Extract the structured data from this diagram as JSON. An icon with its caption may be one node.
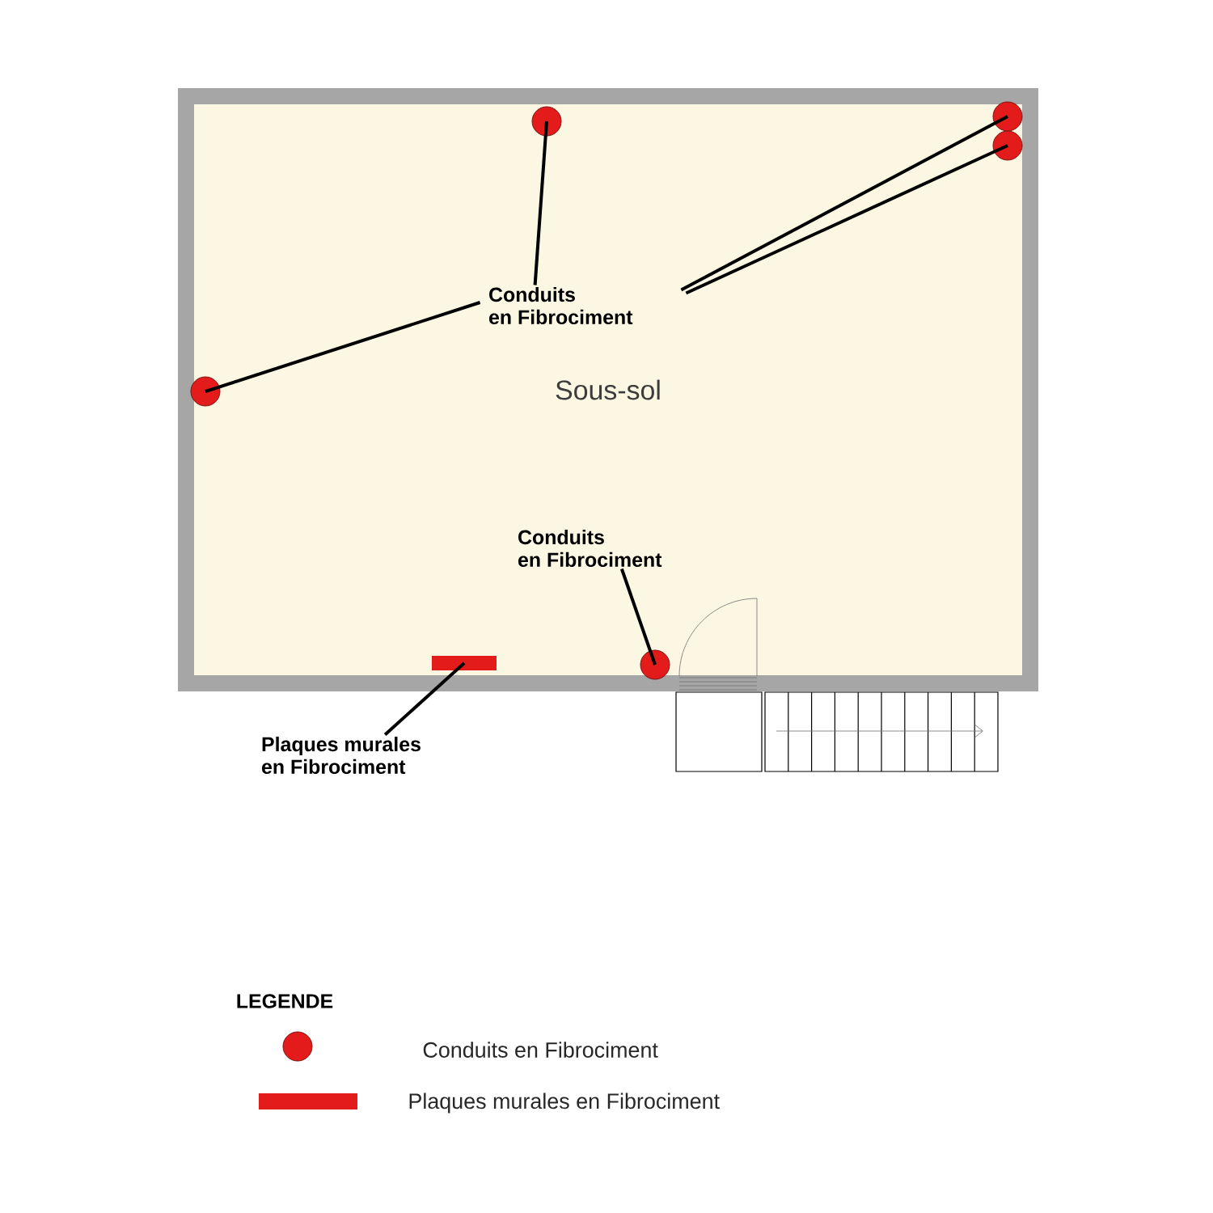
{
  "diagram": {
    "nodes": [
      {
        "text": [
          "Sous-sol"
        ]
      },
      {
        "text": [
          "Conduits en Fibrociment"
        ],
        "in": 0
      },
      {
        "text": [
          "Conduits en Fibrociment"
        ],
        "in": 0
      },
      {
        "text": [
          "Plaques murales en Fibrociment"
        ]
      },
      {
        "text": [],
        "shape": "circle",
        "in": 0
      },
      {
        "text": [],
        "shape": "circle",
        "in": 0
      },
      {
        "text": [],
        "shape": "circle",
        "in": 0
      },
      {
        "text": [],
        "shape": "circle",
        "in": 0
      },
      {
        "text": [],
        "shape": "circle",
        "in": 0
      },
      {
        "text": [],
        "shape": "bar",
        "in": 0
      }
    ],
    "edges": [
      {
        "from": 1,
        "to": 5,
        "arrow": "none"
      },
      {
        "from": 1,
        "to": 4,
        "arrow": "none"
      },
      {
        "from": 1,
        "to": 7,
        "arrow": "none"
      },
      {
        "from": 1,
        "to": 8,
        "arrow": "none"
      },
      {
        "from": 2,
        "to": 6,
        "arrow": "none"
      },
      {
        "from": 3,
        "to": 9,
        "arrow": "none"
      }
    ],
    "labels": [
      "LEGENDE"
    ],
    "legend": [
      {
        "text": "Conduits en Fibrociment",
        "color": "#e31b1b"
      },
      {
        "text": "Plaques murales en Fibrociment",
        "color": "#e31b1b"
      }
    ]
  }
}
